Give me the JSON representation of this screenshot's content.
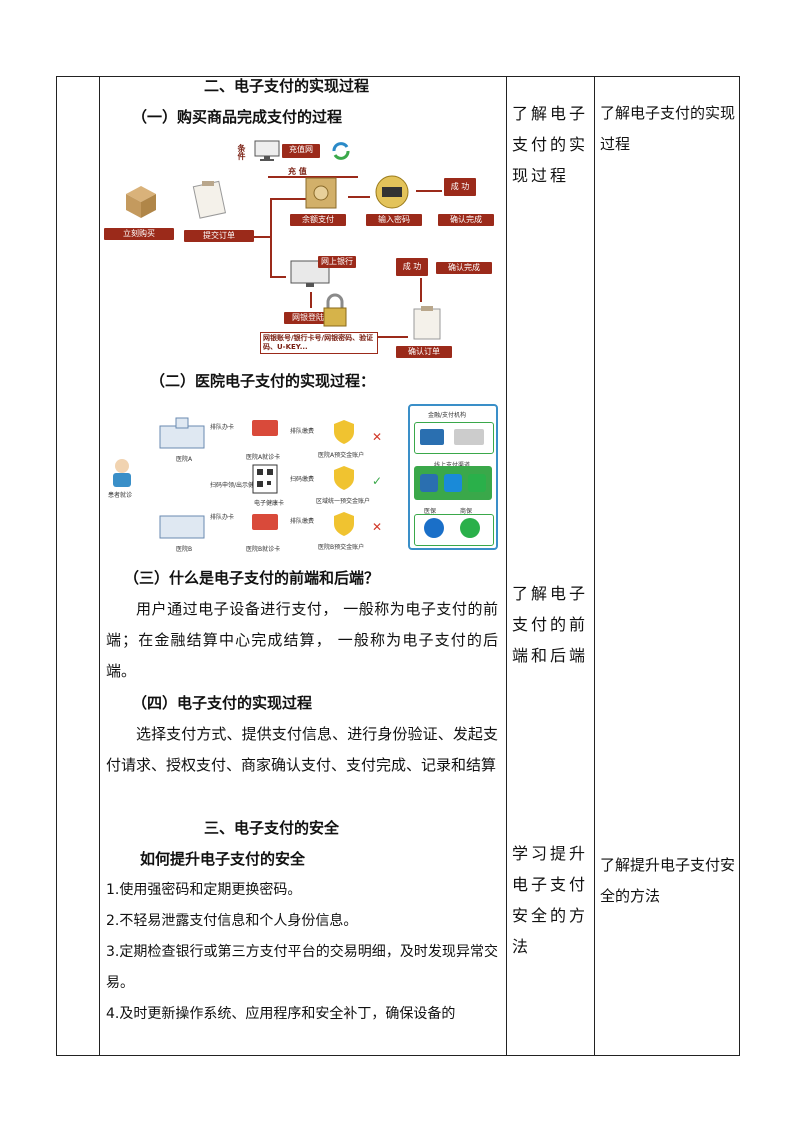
{
  "section2": {
    "heading": "二、电子支付的实现过程",
    "sub1": "（一）购买商品完成支付的过程",
    "sub2": "（二）医院电子支付的实现过程：",
    "sub3": "（三）什么是电子支付的前端和后端？",
    "sub3_para": "用户通过电子设备进行支付，  一般称为电子支付的前端；在金融结算中心完成结算，  一般称为电子支付的后端。",
    "sub4": "（四）电子支付的实现过程",
    "sub4_para": "选择支付方式、提供支付信息、进行身份验证、发起支付请求、授权支付、商家确认支付、支付完成、记录和结算"
  },
  "section3": {
    "heading": "三、电子支付的安全",
    "sub": "如何提升电子支付的安全",
    "items": [
      "1.使用强密码和定期更换密码。",
      "2.不轻易泄露支付信息和个人身份信息。",
      "3.定期检查银行或第三方支付平台的交易明细，及时发现异常交易。",
      "4.及时更新操作系统、应用程序和安全补丁，确保设备的"
    ]
  },
  "col3": {
    "r1": "了解电子支付的实现过程",
    "r2": "了解电子支付的前端和后端",
    "r3": "学习提升电子支付安全的方法"
  },
  "col4": {
    "r1": "了解电子支付的实现过程",
    "r3": "了解提升电子支付安全的方法"
  },
  "fig1": {
    "condition": "条件",
    "recharge_btn": "充值网",
    "recharge": "充   值",
    "buy_now": "立刻购买",
    "submit_order": "提交订单",
    "balance_pay": "余额支付",
    "enter_password": "输入密码",
    "confirm_done": "确认完成",
    "success": "成 功",
    "online_bank": "网上银行",
    "success2": "成 功",
    "confirm_done2": "确认完成",
    "bank_login": "网银登陆",
    "credentials": "网银账号/银行卡号/网银密码、验证码、U-KEY...",
    "confirm_order": "确认订单"
  },
  "fig2": {
    "patient": "患者就诊",
    "hospital_a": "医院A",
    "hospital_b": "医院B",
    "card_a": "医院A就诊卡",
    "card_b": "医院B就诊卡",
    "health_card": "电子健康卡",
    "apply_a": "排队办卡",
    "apply_b": "排队办卡",
    "apply_mid": "扫码申领/出示健康卡",
    "charge_a": "排队缴费",
    "charge_b": "排队缴费",
    "charge_mid": "扫码缴费",
    "acct_a": "医院A预交金账户",
    "acct_mid": "区域统一预交金账户",
    "acct_b": "医院B预交金账户",
    "fin": "金融/支付机构",
    "online": "线上支付渠道",
    "medical": "医保",
    "commercial": "商保"
  }
}
